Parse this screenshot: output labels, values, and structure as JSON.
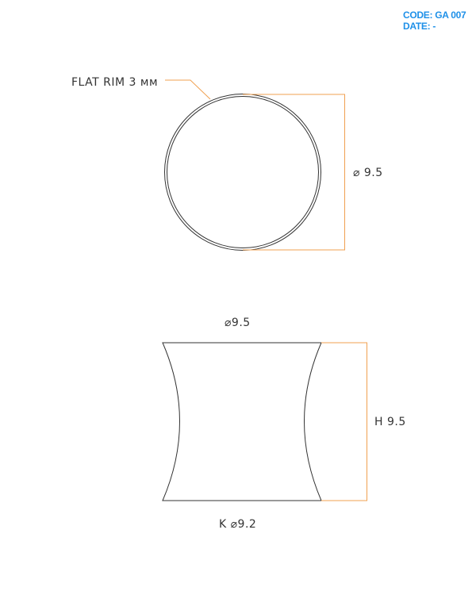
{
  "header": {
    "code_label": "CODE:",
    "code_value": "GA 007",
    "date_label": "DATE:",
    "date_value": "-"
  },
  "top_view": {
    "rim_label": "FLAT RIM 3 мм",
    "diameter_label": "⌀ 9.5"
  },
  "side_view": {
    "top_diameter_label": "⌀9.5",
    "height_label": "H 9.5",
    "bottom_diameter_label": "K ⌀9.2"
  },
  "colors": {
    "header": "#1E90E8",
    "dimension": "#F0A050",
    "outline": "#333333"
  }
}
